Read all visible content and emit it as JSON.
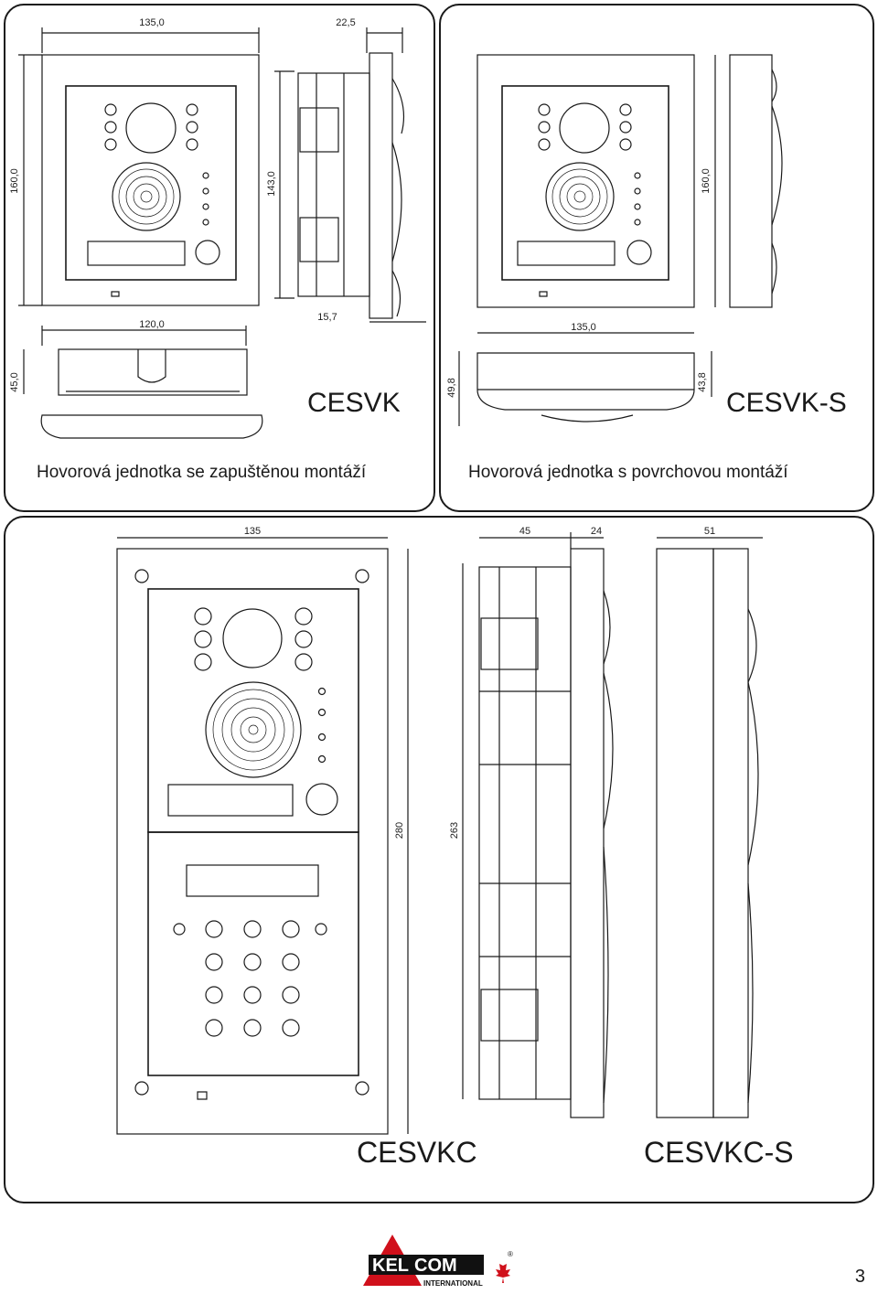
{
  "panel_a": {
    "dims": {
      "width_top": "135,0",
      "depth_top": "22,5",
      "height_left": "160,0",
      "height_inner": "143,0",
      "width_bottom": "120,0",
      "depth_bottom": "15,7",
      "height_bottom": "45,0"
    },
    "model": "CESVK",
    "description": "Hovorová jednotka se zapuštěnou montáží"
  },
  "panel_b": {
    "dims": {
      "height_right": "160,0",
      "width_bottom": "135,0",
      "height_left": "49,8",
      "height_right2": "43,8"
    },
    "model": "CESVK-S",
    "description": "Hovorová jednotka s povrchovou montáží"
  },
  "panel_c": {
    "dims": {
      "width": "135",
      "depth_a": "45",
      "depth_b": "24",
      "depth_c": "51",
      "height_outer": "280",
      "height_inner": "263"
    },
    "models": [
      "CESVKC",
      "CESVKC-S"
    ]
  },
  "logo": {
    "brand_left": "KEL",
    "brand_right": "COM",
    "subtitle": "INTERNATIONAL",
    "registered": "®"
  },
  "page_number": "3",
  "colors": {
    "line": "#1a1a1a",
    "logo_red": "#d0101b",
    "logo_black": "#111111"
  }
}
